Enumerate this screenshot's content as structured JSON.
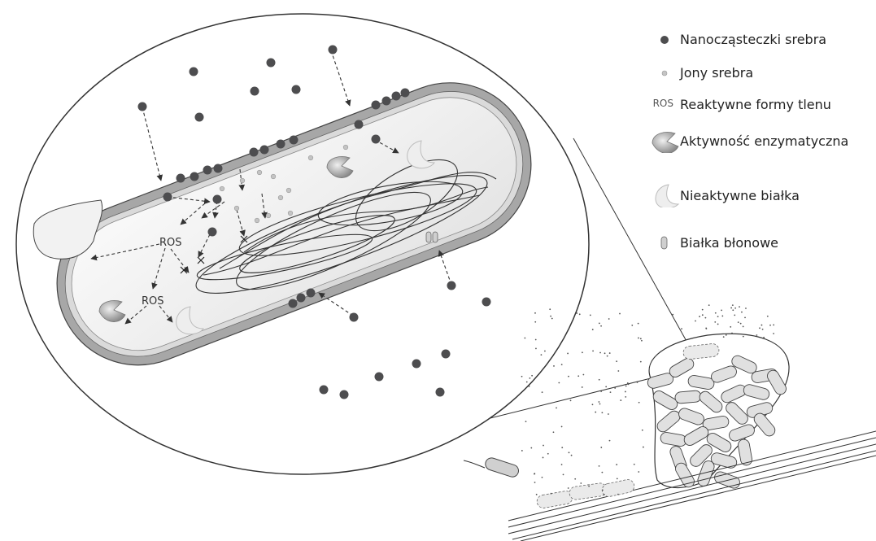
{
  "legend": [
    {
      "icon": "silver-nanoparticle-icon",
      "label": "Nanocząsteczki srebra"
    },
    {
      "icon": "silver-ion-icon",
      "label": "Jony srebra"
    },
    {
      "icon": "ros-label-icon",
      "symbol_text": "ROS",
      "label": "Reaktywne formy tlenu"
    },
    {
      "icon": "active-enzyme-icon",
      "label": "Aktywność enzymatyczna"
    },
    {
      "icon": "inactive-protein-icon",
      "label": "Nieaktywne białka"
    },
    {
      "icon": "membrane-protein-icon",
      "label": "Białka błonowe"
    }
  ],
  "diagram": {
    "ros_labels": [
      "ROS",
      "ROS"
    ]
  },
  "colors": {
    "nanoparticle": "#4d4d4f",
    "ion": "#b5b5b5",
    "cell_wall": "#9a9a9a",
    "cell_fill": "#f1f1f1",
    "enzyme": "#8c8c8c",
    "inactive": "#e6e6e6"
  }
}
